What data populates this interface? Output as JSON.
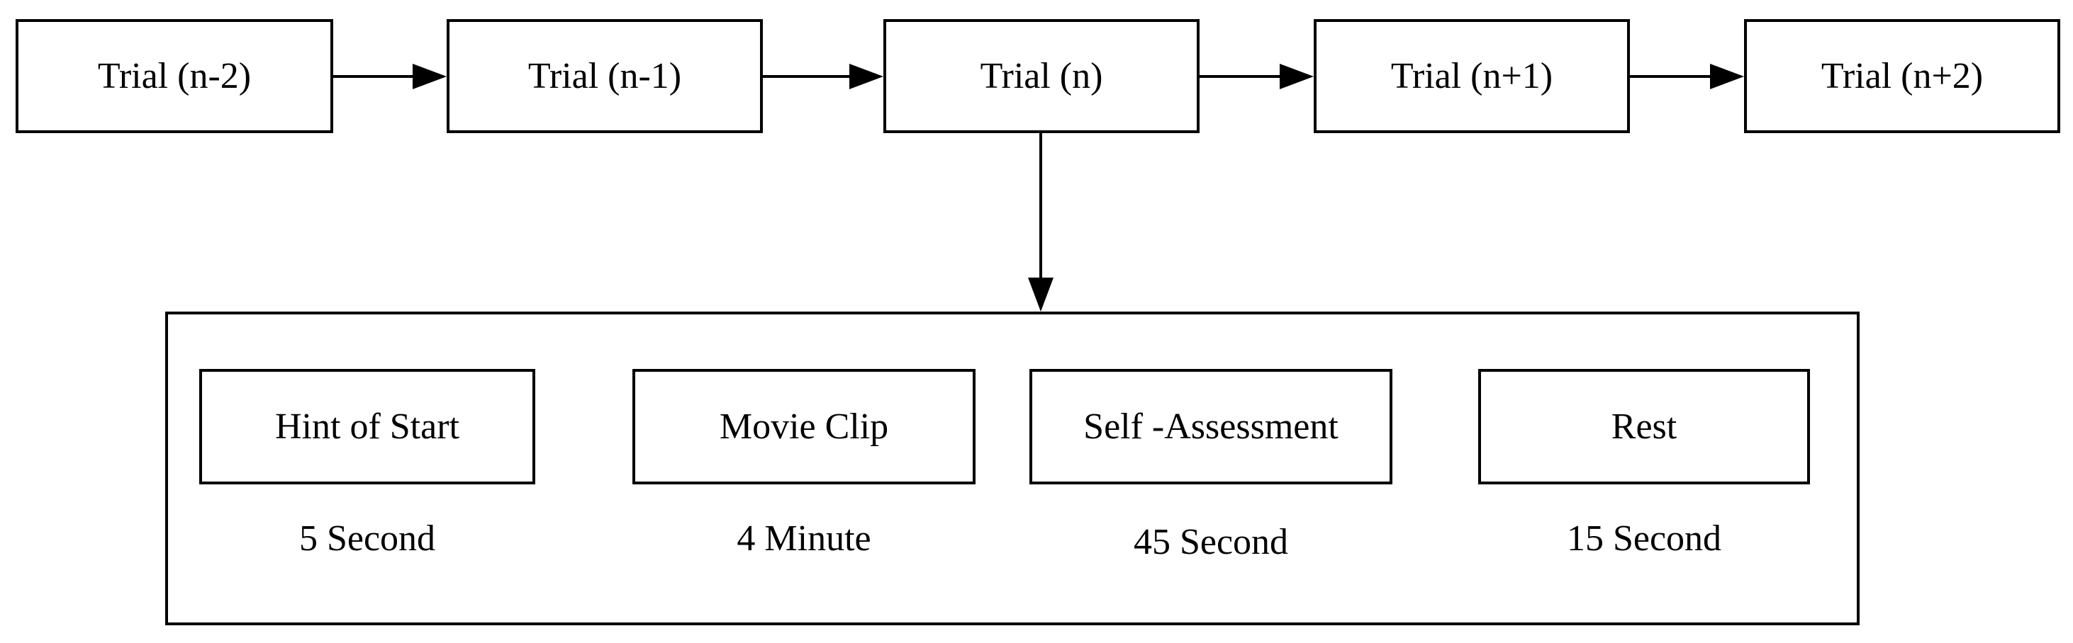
{
  "trials": [
    {
      "label": "Trial (n-2)"
    },
    {
      "label": "Trial (n-1)"
    },
    {
      "label": "Trial (n)"
    },
    {
      "label": "Trial (n+1)"
    },
    {
      "label": "Trial (n+2)"
    }
  ],
  "phases": [
    {
      "label": "Hint of Start",
      "duration": "5 Second"
    },
    {
      "label": "Movie Clip",
      "duration": "4 Minute"
    },
    {
      "label": "Self -Assessment",
      "duration": "45 Second"
    },
    {
      "label": "Rest",
      "duration": "15 Second"
    }
  ],
  "colors": {
    "stroke": "#000000",
    "background": "#ffffff"
  }
}
